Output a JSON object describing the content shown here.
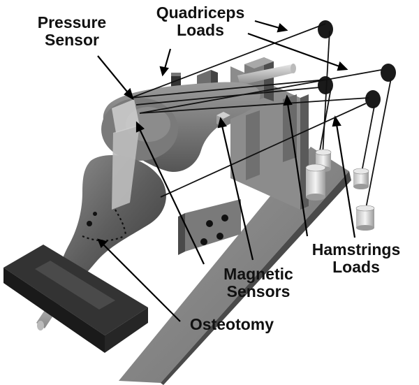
{
  "labels": {
    "pressure_sensor": [
      "Pressure",
      "Sensor"
    ],
    "quadriceps_loads": [
      "Quadriceps",
      "Loads"
    ],
    "hamstrings_loads": [
      "Hamstrings",
      "Loads"
    ],
    "magnetic_sensors": [
      "Magnetic",
      "Sensors"
    ],
    "osteotomy": [
      "Osteotomy"
    ]
  }
}
